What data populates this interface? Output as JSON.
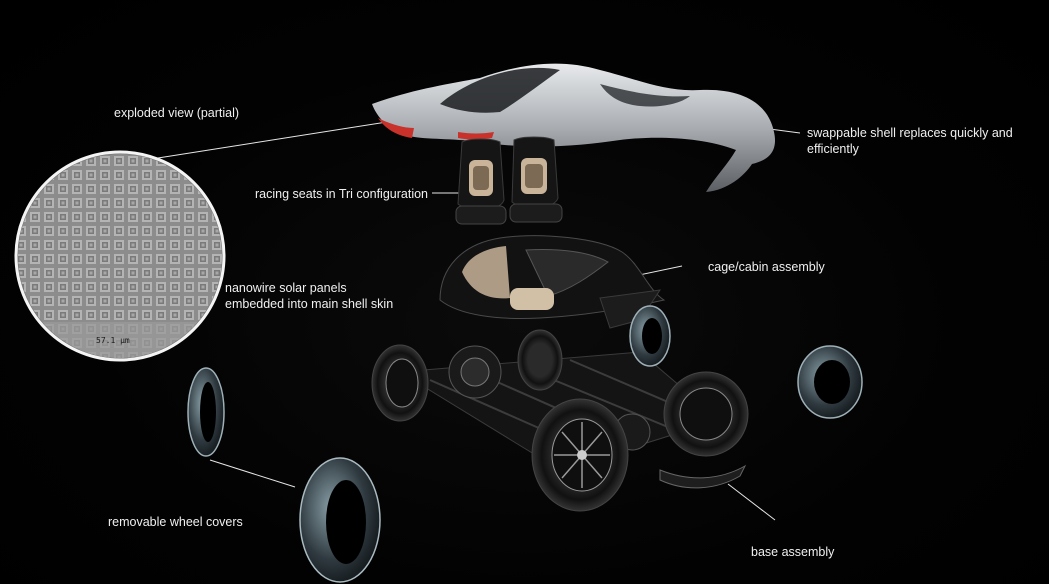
{
  "labels": {
    "exploded_view": "exploded view (partial)",
    "swappable_shell": "swappable shell replaces quickly and\nefficiently",
    "racing_seats": "racing seats in Tri configuration",
    "nanowire": "nanowire solar panels\nembedded into main shell skin",
    "cage_cabin": "cage/cabin assembly",
    "removable_covers": "removable wheel covers",
    "base_assembly": "base assembly",
    "scale_bar": "57.1 µm"
  },
  "colors": {
    "background": "#000000",
    "label_text": "#f0f0f0",
    "leader_line": "#e6e6e6",
    "shell_silver": "#b9bcc0",
    "accent_red": "#c8322a",
    "seat_tan": "#c9b49a"
  }
}
